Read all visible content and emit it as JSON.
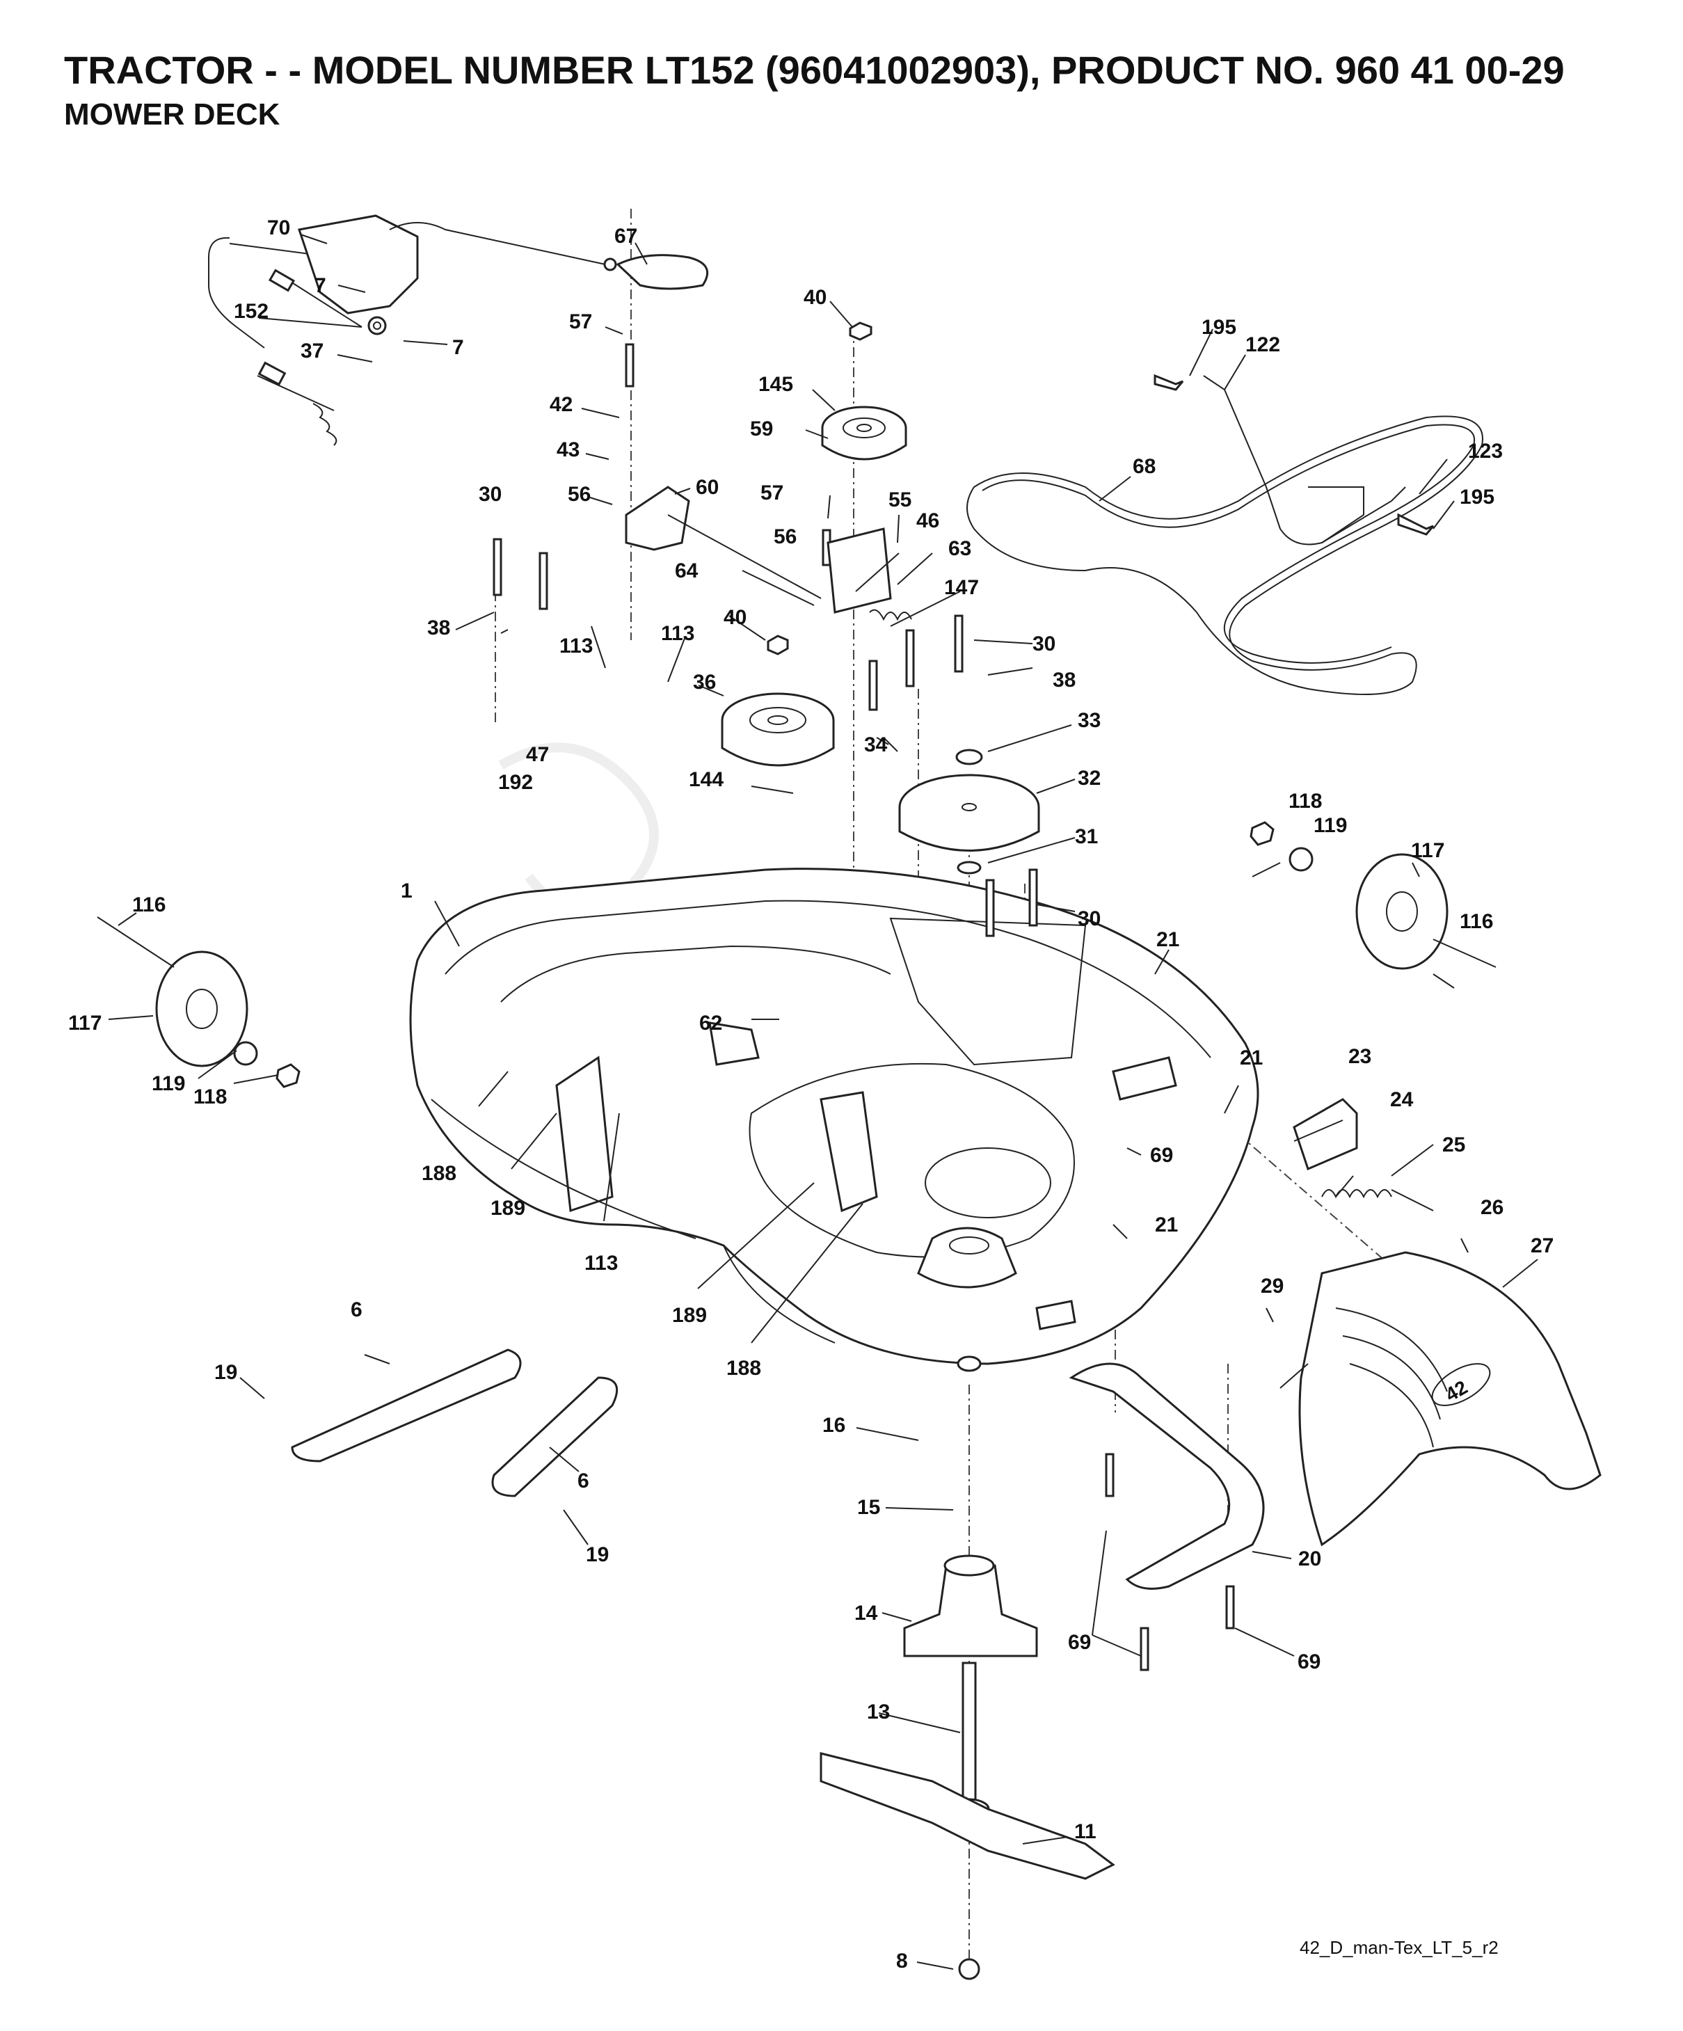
{
  "header": {
    "title": "TRACTOR - - MODEL NUMBER LT152 (96041002903), PRODUCT NO. 960 41 00-29",
    "subtitle": "MOWER DECK"
  },
  "footer": {
    "drawing_code": "42_D_man-Tex_LT_5_r2"
  },
  "deck_decal_text": "42",
  "part_labels": [
    "70",
    "67",
    "7",
    "152",
    "7",
    "37",
    "57",
    "40",
    "145",
    "42",
    "59",
    "43",
    "56",
    "60",
    "30",
    "57",
    "55",
    "46",
    "56",
    "63",
    "64",
    "38",
    "147",
    "113",
    "113",
    "40",
    "30",
    "38",
    "36",
    "33",
    "47",
    "192",
    "144",
    "34",
    "32",
    "118",
    "119",
    "31",
    "117",
    "1",
    "116",
    "30",
    "116",
    "21",
    "117",
    "119",
    "62",
    "23",
    "21",
    "118",
    "24",
    "188",
    "69",
    "25",
    "189",
    "113",
    "21",
    "26",
    "189",
    "29",
    "27",
    "188",
    "6",
    "19",
    "16",
    "6",
    "19",
    "15",
    "20",
    "14",
    "69",
    "69",
    "13",
    "11",
    "8",
    "195",
    "122",
    "68",
    "123",
    "195"
  ]
}
